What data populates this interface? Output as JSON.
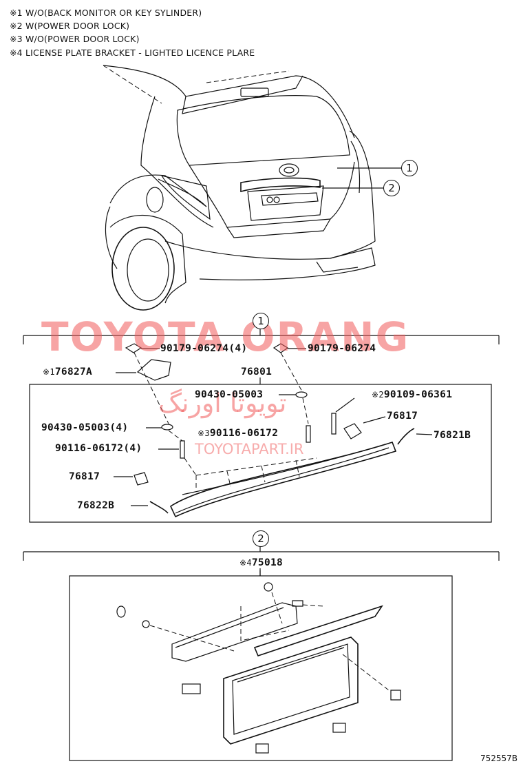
{
  "notes": [
    "※1 W/O(BACK MONITOR OR KEY SYLINDER)",
    "※2 W(POWER DOOR LOCK)",
    "※3 W/O(POWER DOOR LOCK)",
    "※4 LICENSE PLATE BRACKET - LIGHTED LICENCE PLARE"
  ],
  "callouts": {
    "one": "1",
    "two": "2"
  },
  "watermark": {
    "brand": "TOYOTA ORANG",
    "persian": "تویوتا اورنگ",
    "url": "TOYOTAPART.IR"
  },
  "section1": {
    "number": "1",
    "parts": {
      "p1": "90179-06274",
      "p1_qty": "(4)",
      "p2": "90179-06274",
      "p3_mark": "※1",
      "p3": "76827A",
      "p4": "76801",
      "p5": "90430-05003",
      "p6_mark": "※2",
      "p6": "90109-06361",
      "p7": "76817",
      "p8": "90430-05003",
      "p8_qty": "(4)",
      "p9_mark": "※3",
      "p9": "90116-06172",
      "p10": "76821B",
      "p11": "90116-06172",
      "p11_qty": "(4)",
      "p12": "76817",
      "p13": "76822B"
    }
  },
  "section2": {
    "number": "2",
    "part_mark": "※4",
    "part": "75018"
  },
  "ref_code": "752557B",
  "colors": {
    "ink": "#111111",
    "watermark": "#f05a5a"
  }
}
